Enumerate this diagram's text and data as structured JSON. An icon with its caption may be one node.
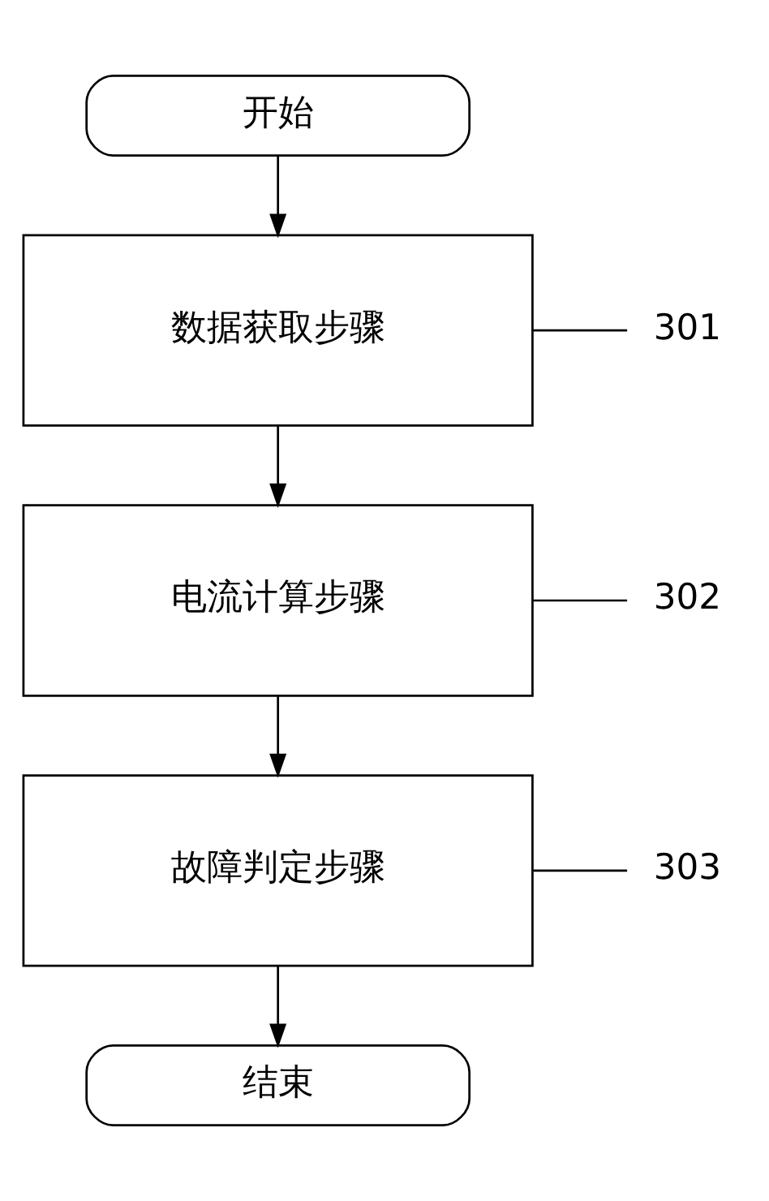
{
  "diagram": {
    "nodes": [
      {
        "text": [
          "开始"
        ]
      },
      {
        "text": [
          "数据获取步骤"
        ]
      },
      {
        "text": [
          "电流计算步骤"
        ]
      },
      {
        "text": [
          "故障判定步骤"
        ]
      },
      {
        "text": [
          "结束"
        ]
      },
      {
        "text": [
          "301"
        ]
      },
      {
        "text": [
          "302"
        ]
      },
      {
        "text": [
          "303"
        ]
      }
    ],
    "edges": [
      {
        "from": 0,
        "to": 1,
        "arrow": "to"
      },
      {
        "from": 1,
        "to": 2,
        "arrow": "to"
      },
      {
        "from": 2,
        "to": 3,
        "arrow": "to"
      },
      {
        "from": 3,
        "to": 4,
        "arrow": "to"
      },
      {
        "from": 5,
        "to": 1,
        "arrow": "none"
      },
      {
        "from": 6,
        "to": 2,
        "arrow": "none"
      },
      {
        "from": 7,
        "to": 3,
        "arrow": "none"
      }
    ]
  }
}
